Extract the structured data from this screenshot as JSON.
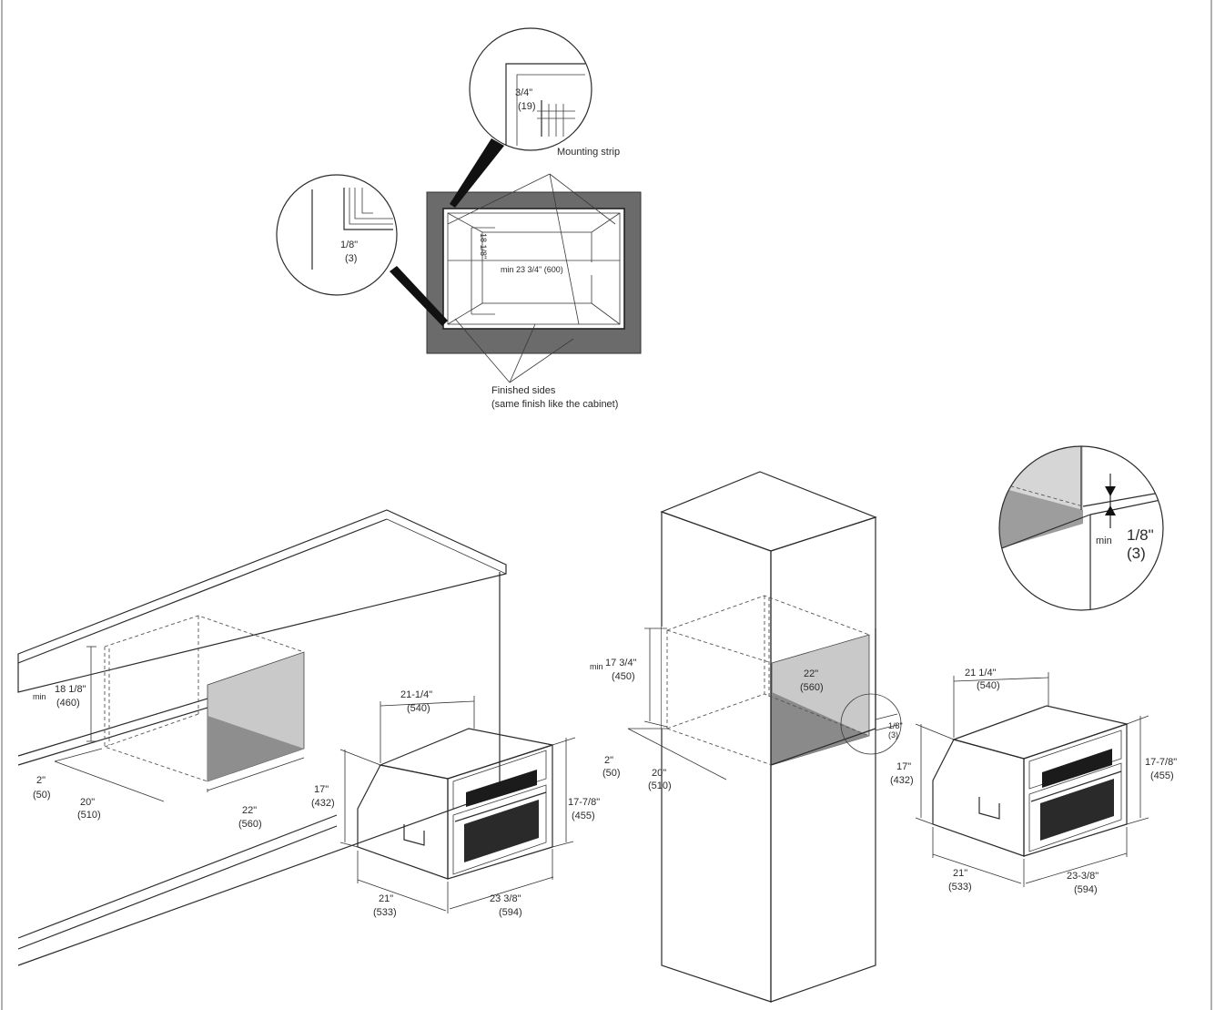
{
  "plan": {
    "mount_dim": "3/4\"",
    "mount_dim_mm": "(19)",
    "mount_label": "Mounting strip",
    "gap_dim": "1/8\"",
    "gap_dim_mm": "(3)",
    "height_dim": "18 1/8\"",
    "width_dim": "min 23 3/4\" (600)",
    "finished_line1": "Finished sides",
    "finished_line2": "(same finish like the cabinet)"
  },
  "detail_circle": {
    "min": "min",
    "value": "1/8\"",
    "value_mm": "(3)"
  },
  "under_counter": {
    "min": "min",
    "height": "18 1/8\"",
    "height_mm": "(460)",
    "depth_a": "2\"",
    "depth_a_mm": "(50)",
    "depth_b": "20\"",
    "depth_b_mm": "(510)",
    "width": "22\"",
    "width_mm": "(560)"
  },
  "oven_left": {
    "top_w": "21-1/4\"",
    "top_w_mm": "(540)",
    "left_h": "17\"",
    "left_h_mm": "(432)",
    "right_h": "17-7/8\"",
    "right_h_mm": "(455)",
    "depth": "21\"",
    "depth_mm": "(533)",
    "width": "23 3/8\"",
    "width_mm": "(594)"
  },
  "tall_cabinet": {
    "min": "min",
    "height": "17 3/4\"",
    "height_mm": "(450)",
    "width": "22\"",
    "width_mm": "(560)",
    "depth_a": "2\"",
    "depth_a_mm": "(50)",
    "depth_b": "20\"",
    "depth_b_mm": "(510)",
    "gap": "1/8\"",
    "gap_mm": "(3)"
  },
  "oven_right": {
    "top_w": "21 1/4\"",
    "top_w_mm": "(540)",
    "left_h": "17\"",
    "left_h_mm": "(432)",
    "right_h": "17-7/8\"",
    "right_h_mm": "(455)",
    "depth": "21\"",
    "depth_mm": "(533)",
    "width": "23-3/8\"",
    "width_mm": "(594)"
  }
}
